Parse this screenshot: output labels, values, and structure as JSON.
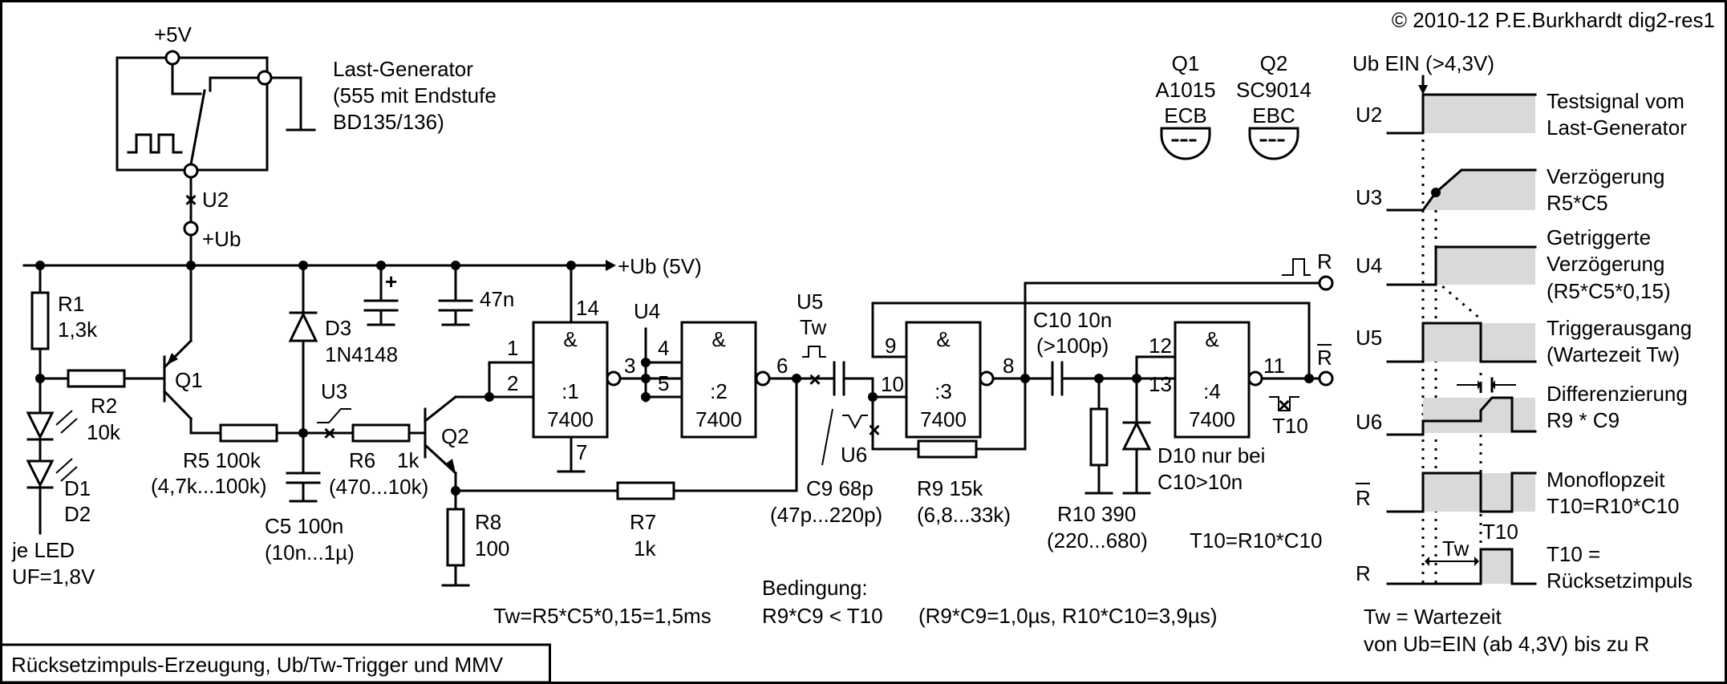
{
  "copyright": "© 2010-12 P.E.Burkhardt dig2-res1",
  "footer_title": "Rücksetzimpuls-Erzeugung, Ub/Tw-Trigger und MMV",
  "supply": {
    "plus5v": "+5V",
    "ub_rail": "+Ub (5V)",
    "plus_ub": "+Ub",
    "u2": "U2"
  },
  "load_generator": {
    "line1": "Last-Generator",
    "line2": "(555 mit Endstufe",
    "line3": "BD135/136)"
  },
  "transistors": {
    "q1_name": "Q1",
    "q1_type": "A1015",
    "q1_pins": "ECB",
    "q2_name": "Q2",
    "q2_type": "SC9014",
    "q2_pins": "EBC"
  },
  "parts": {
    "r1": "R1",
    "r1_val": "1,3k",
    "r2": "R2",
    "r2_val": "10k",
    "q1": "Q1",
    "d1": "D1",
    "d2": "D2",
    "led_note1": "je LED",
    "led_note2": "UF=1,8V",
    "r5": "R5   100k",
    "r5_range": "(4,7k...100k)",
    "d3": "D3",
    "d3_val": "1N4148",
    "u3": "U3",
    "c5": "C5   100n",
    "c5_range": "(10n...1µ)",
    "r6": "R6",
    "r6_val": "1k",
    "r6_range": "(470...10k)",
    "q2": "Q2",
    "r8": "R8",
    "r8_val": "100",
    "r7": "R7",
    "r7_val": "1k",
    "c47n": "47n",
    "u4": "U4",
    "u5": "U5",
    "tw": "Tw",
    "u6": "U6",
    "c9": "C9    68p",
    "c9_range": "(47p...220p)",
    "r9": "R9   15k",
    "r9_range": "(6,8...33k)",
    "c10": "C10   10n",
    "c10_range": "(>100p)",
    "r10": "R10   390",
    "r10_range": "(220...680)",
    "d10_line1": "D10 nur bei",
    "d10_line2": "C10>10n",
    "t10": "T10",
    "r_out": "R",
    "rbar_out": "R"
  },
  "gates": {
    "and": "&",
    "g1": ":1",
    "g2": ":2",
    "g3": ":3",
    "g4": ":4",
    "chip": "7400",
    "pins": {
      "p14": "14",
      "p1": "1",
      "p2": "2",
      "p3": "3",
      "p7": "7",
      "p4": "4",
      "p5": "5",
      "p6": "6",
      "p9": "9",
      "p10": "10",
      "p8": "8",
      "p12": "12",
      "p13": "13",
      "p11": "11"
    }
  },
  "formulas": {
    "tw_formula": "Tw=R5*C5*0,15=1,5ms",
    "condition_title": "Bedingung:",
    "condition": "R9*C9 < T10",
    "values": "(R9*C9=1,0µs, R10*C10=3,9µs)",
    "t10_formula": "T10=R10*C10"
  },
  "timing": {
    "ub_on": "Ub EIN  (>4,3V)",
    "rows": [
      {
        "label": "U2",
        "desc1": "Testsignal vom",
        "desc2": "Last-Generator",
        "desc3": ""
      },
      {
        "label": "U3",
        "desc1": "Verzögerung",
        "desc2": "R5*C5",
        "desc3": ""
      },
      {
        "label": "U4",
        "desc1": "Getriggerte",
        "desc2": "Verzögerung",
        "desc3": "(R5*C5*0,15)"
      },
      {
        "label": "U5",
        "desc1": "Triggerausgang",
        "desc2": "(Wartezeit Tw)",
        "desc3": ""
      },
      {
        "label": "U6",
        "desc1": "Differenzierung",
        "desc2": "R9 * C9",
        "desc3": ""
      },
      {
        "label": "R",
        "desc1": "Monoflopzeit",
        "desc2": "T10=R10*C10",
        "desc3": ""
      },
      {
        "label": "R",
        "desc1": "T10 =",
        "desc2": "Rücksetzimpuls",
        "desc3": ""
      }
    ],
    "t10_label": "T10",
    "tw_label": "Tw",
    "note1": "Tw = Wartezeit",
    "note2": "von Ub=EIN (ab 4,3V) bis zu R"
  }
}
